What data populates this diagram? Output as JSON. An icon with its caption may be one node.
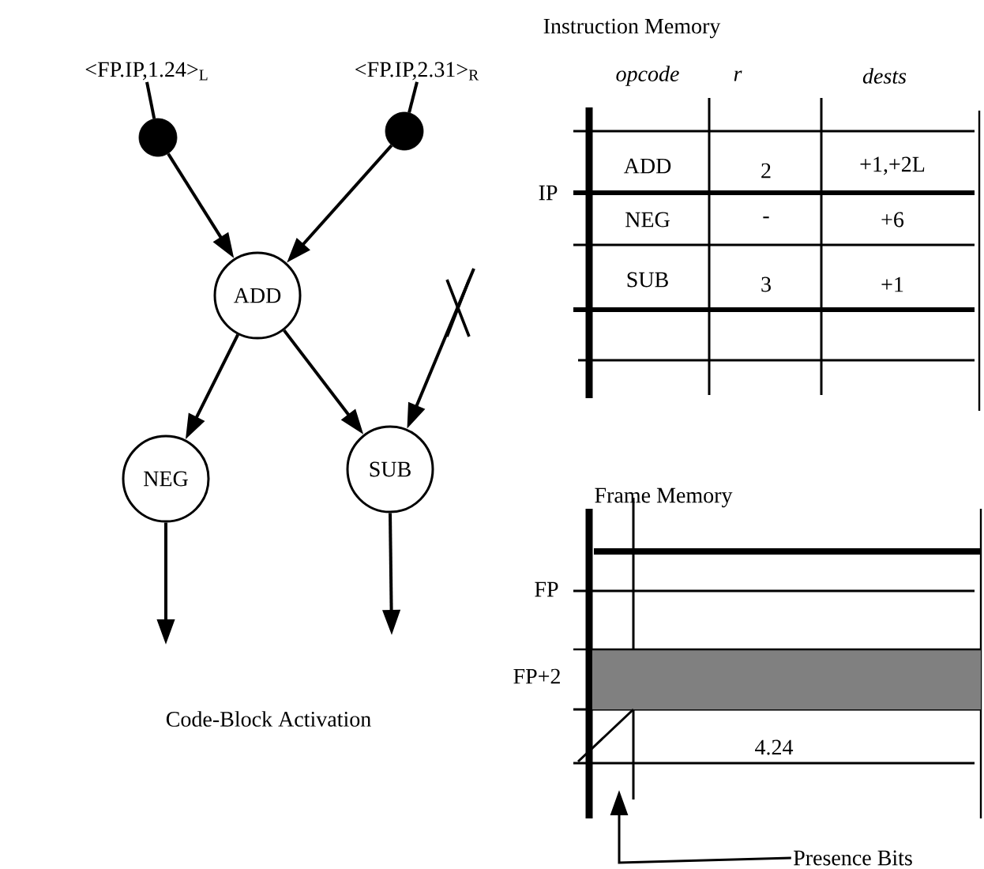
{
  "diagram": {
    "nodes": [
      {
        "text": [
          "<FP.IP,1.24>$_{L}$"
        ]
      },
      {
        "text": [
          "<FP.IP,2.31>$_{R}$"
        ]
      },
      {
        "text": [],
        "shape": "circle"
      },
      {
        "text": [],
        "shape": "circle"
      },
      {
        "text": [
          "ADD"
        ]
      },
      {
        "text": [
          "NEG"
        ]
      },
      {
        "text": [
          "SUB"
        ]
      },
      {
        "text": [
          "Presence Bits"
        ]
      }
    ],
    "edges": [
      {
        "from": 0,
        "to": 2,
        "arrow": "none"
      },
      {
        "from": 1,
        "to": 3,
        "arrow": "none"
      },
      {
        "from": 2,
        "to": 4,
        "arrow": "to"
      },
      {
        "from": 3,
        "to": 4,
        "arrow": "to"
      },
      {
        "from": 4,
        "to": 5,
        "arrow": "to"
      },
      {
        "from": 4,
        "to": 6,
        "arrow": "to"
      },
      {
        "from": null,
        "to": 6,
        "arrow": "to"
      },
      {
        "from": 5,
        "to": null,
        "arrow": "to"
      },
      {
        "from": 6,
        "to": null,
        "arrow": "to"
      },
      {
        "from": 7,
        "to": null,
        "arrow": "to"
      }
    ],
    "labels": [
      "Code-Block Activation",
      "Instruction Memory",
      "opcode",
      "r",
      "dests",
      "IP",
      "ADD",
      "2",
      "+1,+2L",
      "NEG",
      "-",
      "+6",
      "SUB",
      "3",
      "+1",
      "Frame Memory",
      "FP",
      "FP+2",
      "4.24"
    ]
  }
}
